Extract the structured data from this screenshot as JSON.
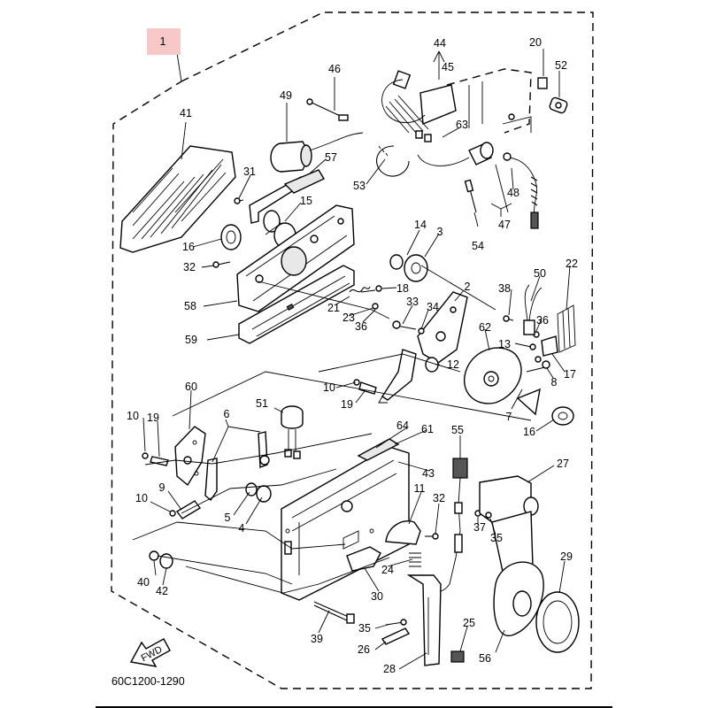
{
  "assembly_badge": {
    "label": "1",
    "color": "#f8c8c8"
  },
  "drawing_code": "60C1200-1290",
  "fwd_arrow_label": "FWD",
  "callouts": {
    "c2": "2",
    "c3": "3",
    "c4": "4",
    "c5": "5",
    "c6": "6",
    "c7": "7",
    "c8": "8",
    "c9": "9",
    "c10a": "10",
    "c10b": "10",
    "c10c": "10",
    "c11": "11",
    "c12": "12",
    "c13": "13",
    "c14": "14",
    "c15": "15",
    "c16a": "16",
    "c16b": "16",
    "c17": "17",
    "c18": "18",
    "c19a": "19",
    "c19b": "19",
    "c20": "20",
    "c21": "21",
    "c22": "22",
    "c23": "23",
    "c24": "24",
    "c25": "25",
    "c26": "26",
    "c27": "27",
    "c28": "28",
    "c29": "29",
    "c30": "30",
    "c31": "31",
    "c32a": "32",
    "c32b": "32",
    "c33": "33",
    "c34": "34",
    "c35a": "35",
    "c35b": "35",
    "c36a": "36",
    "c36b": "36",
    "c37": "37",
    "c38": "38",
    "c39": "39",
    "c40": "40",
    "c41": "41",
    "c42": "42",
    "c43": "43",
    "c44": "44",
    "c45": "45",
    "c46": "46",
    "c47": "47",
    "c48": "48",
    "c49": "49",
    "c50": "50",
    "c51": "51",
    "c52": "52",
    "c53": "53",
    "c54": "54",
    "c55": "55",
    "c56": "56",
    "c57": "57",
    "c58": "58",
    "c59": "59",
    "c60": "60",
    "c61": "61",
    "c62": "62",
    "c63": "63",
    "c64": "64"
  }
}
